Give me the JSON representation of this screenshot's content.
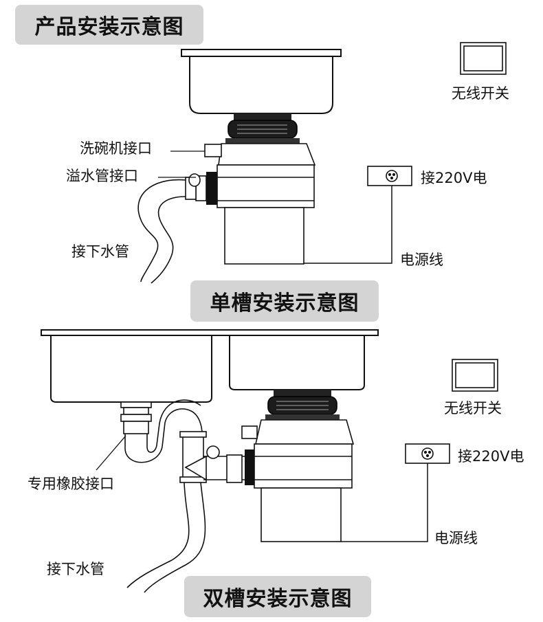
{
  "titles": {
    "product": "产品安装示意图",
    "single": "单槽安装示意图",
    "double": "双槽安装示意图"
  },
  "top_labels": {
    "dishwasher_port": "洗碗机接口",
    "overflow_port": "溢水管接口",
    "drain_pipe": "接下水管",
    "wireless_switch": "无线开关",
    "power_220v": "接220V电",
    "power_cord": "电源线"
  },
  "bottom_labels": {
    "rubber_port": "专用橡胶接口",
    "drain_pipe": "接下水管",
    "wireless_switch": "无线开关",
    "power_220v": "接220V电",
    "power_cord": "电源线"
  },
  "icons": [
    "sink-icon",
    "garbage-disposer-icon",
    "wall-switch-icon",
    "power-outlet-icon",
    "drain-hose-icon"
  ]
}
